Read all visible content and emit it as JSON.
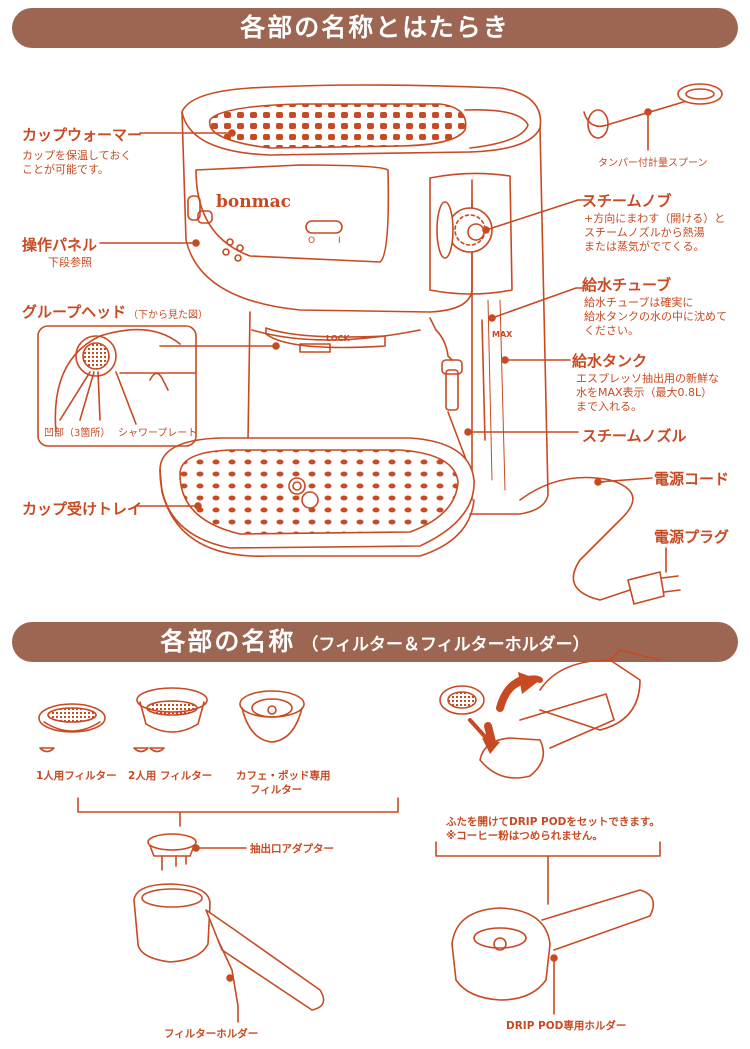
{
  "banner1": "各部の名称とはたらき",
  "banner2": {
    "main": "各部の名称",
    "sub": "（フィルター＆フィルターホルダー）"
  },
  "brand": "bonmac",
  "lock": "LOCK",
  "max_mark": "MAX",
  "switch": {
    "off": "O",
    "on": "I"
  },
  "parts": {
    "cup_warmer": {
      "label": "カップウォーマー",
      "desc1": "カップを保温しておく",
      "desc2": "ことが可能です。"
    },
    "panel": {
      "label": "操作パネル",
      "desc1": "下段参照"
    },
    "group_head": {
      "label": "グループヘッド",
      "note": "（下から見た図）",
      "recess": "凹部（3箇所）",
      "shower": "シャワープレート"
    },
    "cup_tray": {
      "label": "カップ受けトレイ"
    },
    "tamper": {
      "label": "タンパー付計量スプーン"
    },
    "steam_knob": {
      "label": "スチームノブ",
      "desc1": "+方向にまわす（開ける）と",
      "desc2": "スチームノズルから熱湯",
      "desc3": "または蒸気がでてくる。"
    },
    "water_tube": {
      "label": "給水チューブ",
      "desc1": "給水チューブは確実に",
      "desc2": "給水タンクの水の中に沈めて",
      "desc3": "ください。"
    },
    "water_tank": {
      "label": "給水タンク",
      "desc1": "エスプレッソ抽出用の新鮮な",
      "desc2": "水をMAX表示（最大0.8L）",
      "desc3": "まで入れる。"
    },
    "steam_nozzle": {
      "label": "スチームノズル"
    },
    "power_cord": {
      "label": "電源コード"
    },
    "power_plug": {
      "label": "電源プラグ"
    }
  },
  "filters": {
    "single": "1人用フィルター",
    "double": "2人用 フィルター",
    "pod1": "カフェ・ポッド専用",
    "pod2": "フィルター",
    "adapter": "抽出口アダプター",
    "holder": "フィルターホルダー"
  },
  "pod": {
    "note1": "ふたを開けてDRIP PODをセットできます。",
    "note2": "※コーヒー粉はつめられません。",
    "holder": "DRIP POD専用ホルダー"
  }
}
